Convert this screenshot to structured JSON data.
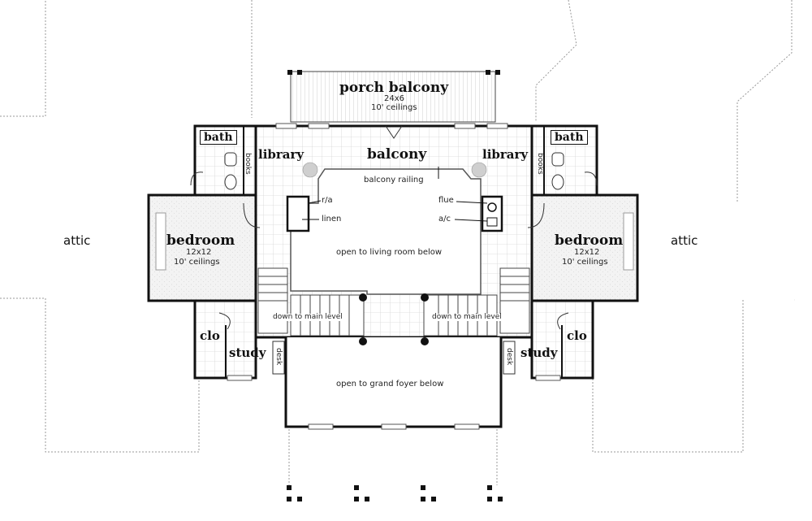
{
  "rooms": {
    "porch_balcony": {
      "name": "porch balcony",
      "size": "24x6",
      "ceiling": "10' ceilings"
    },
    "balcony": {
      "name": "balcony"
    },
    "library_left": {
      "name": "library"
    },
    "library_right": {
      "name": "library"
    },
    "bath_left": {
      "name": "bath"
    },
    "bath_right": {
      "name": "bath"
    },
    "bedroom_left": {
      "name": "bedroom",
      "size": "12x12",
      "ceiling": "10' ceilings"
    },
    "bedroom_right": {
      "name": "bedroom",
      "size": "12x12",
      "ceiling": "10' ceilings"
    },
    "clo_left": {
      "name": "clo"
    },
    "clo_right": {
      "name": "clo"
    },
    "study_left": {
      "name": "study"
    },
    "study_right": {
      "name": "study"
    },
    "attic_left": {
      "name": "attic"
    },
    "attic_right": {
      "name": "attic"
    }
  },
  "notes": {
    "balcony_railing": "balcony railing",
    "open_living": "open to living room below",
    "open_foyer": "open to grand foyer below",
    "down_left": "down to main level",
    "down_right": "down to main level",
    "rf": "r/a",
    "linen": "linen",
    "flue": "flue",
    "ac": "a/c",
    "books_left": "books",
    "books_right": "books",
    "desk_left": "desk",
    "desk_right": "desk"
  }
}
